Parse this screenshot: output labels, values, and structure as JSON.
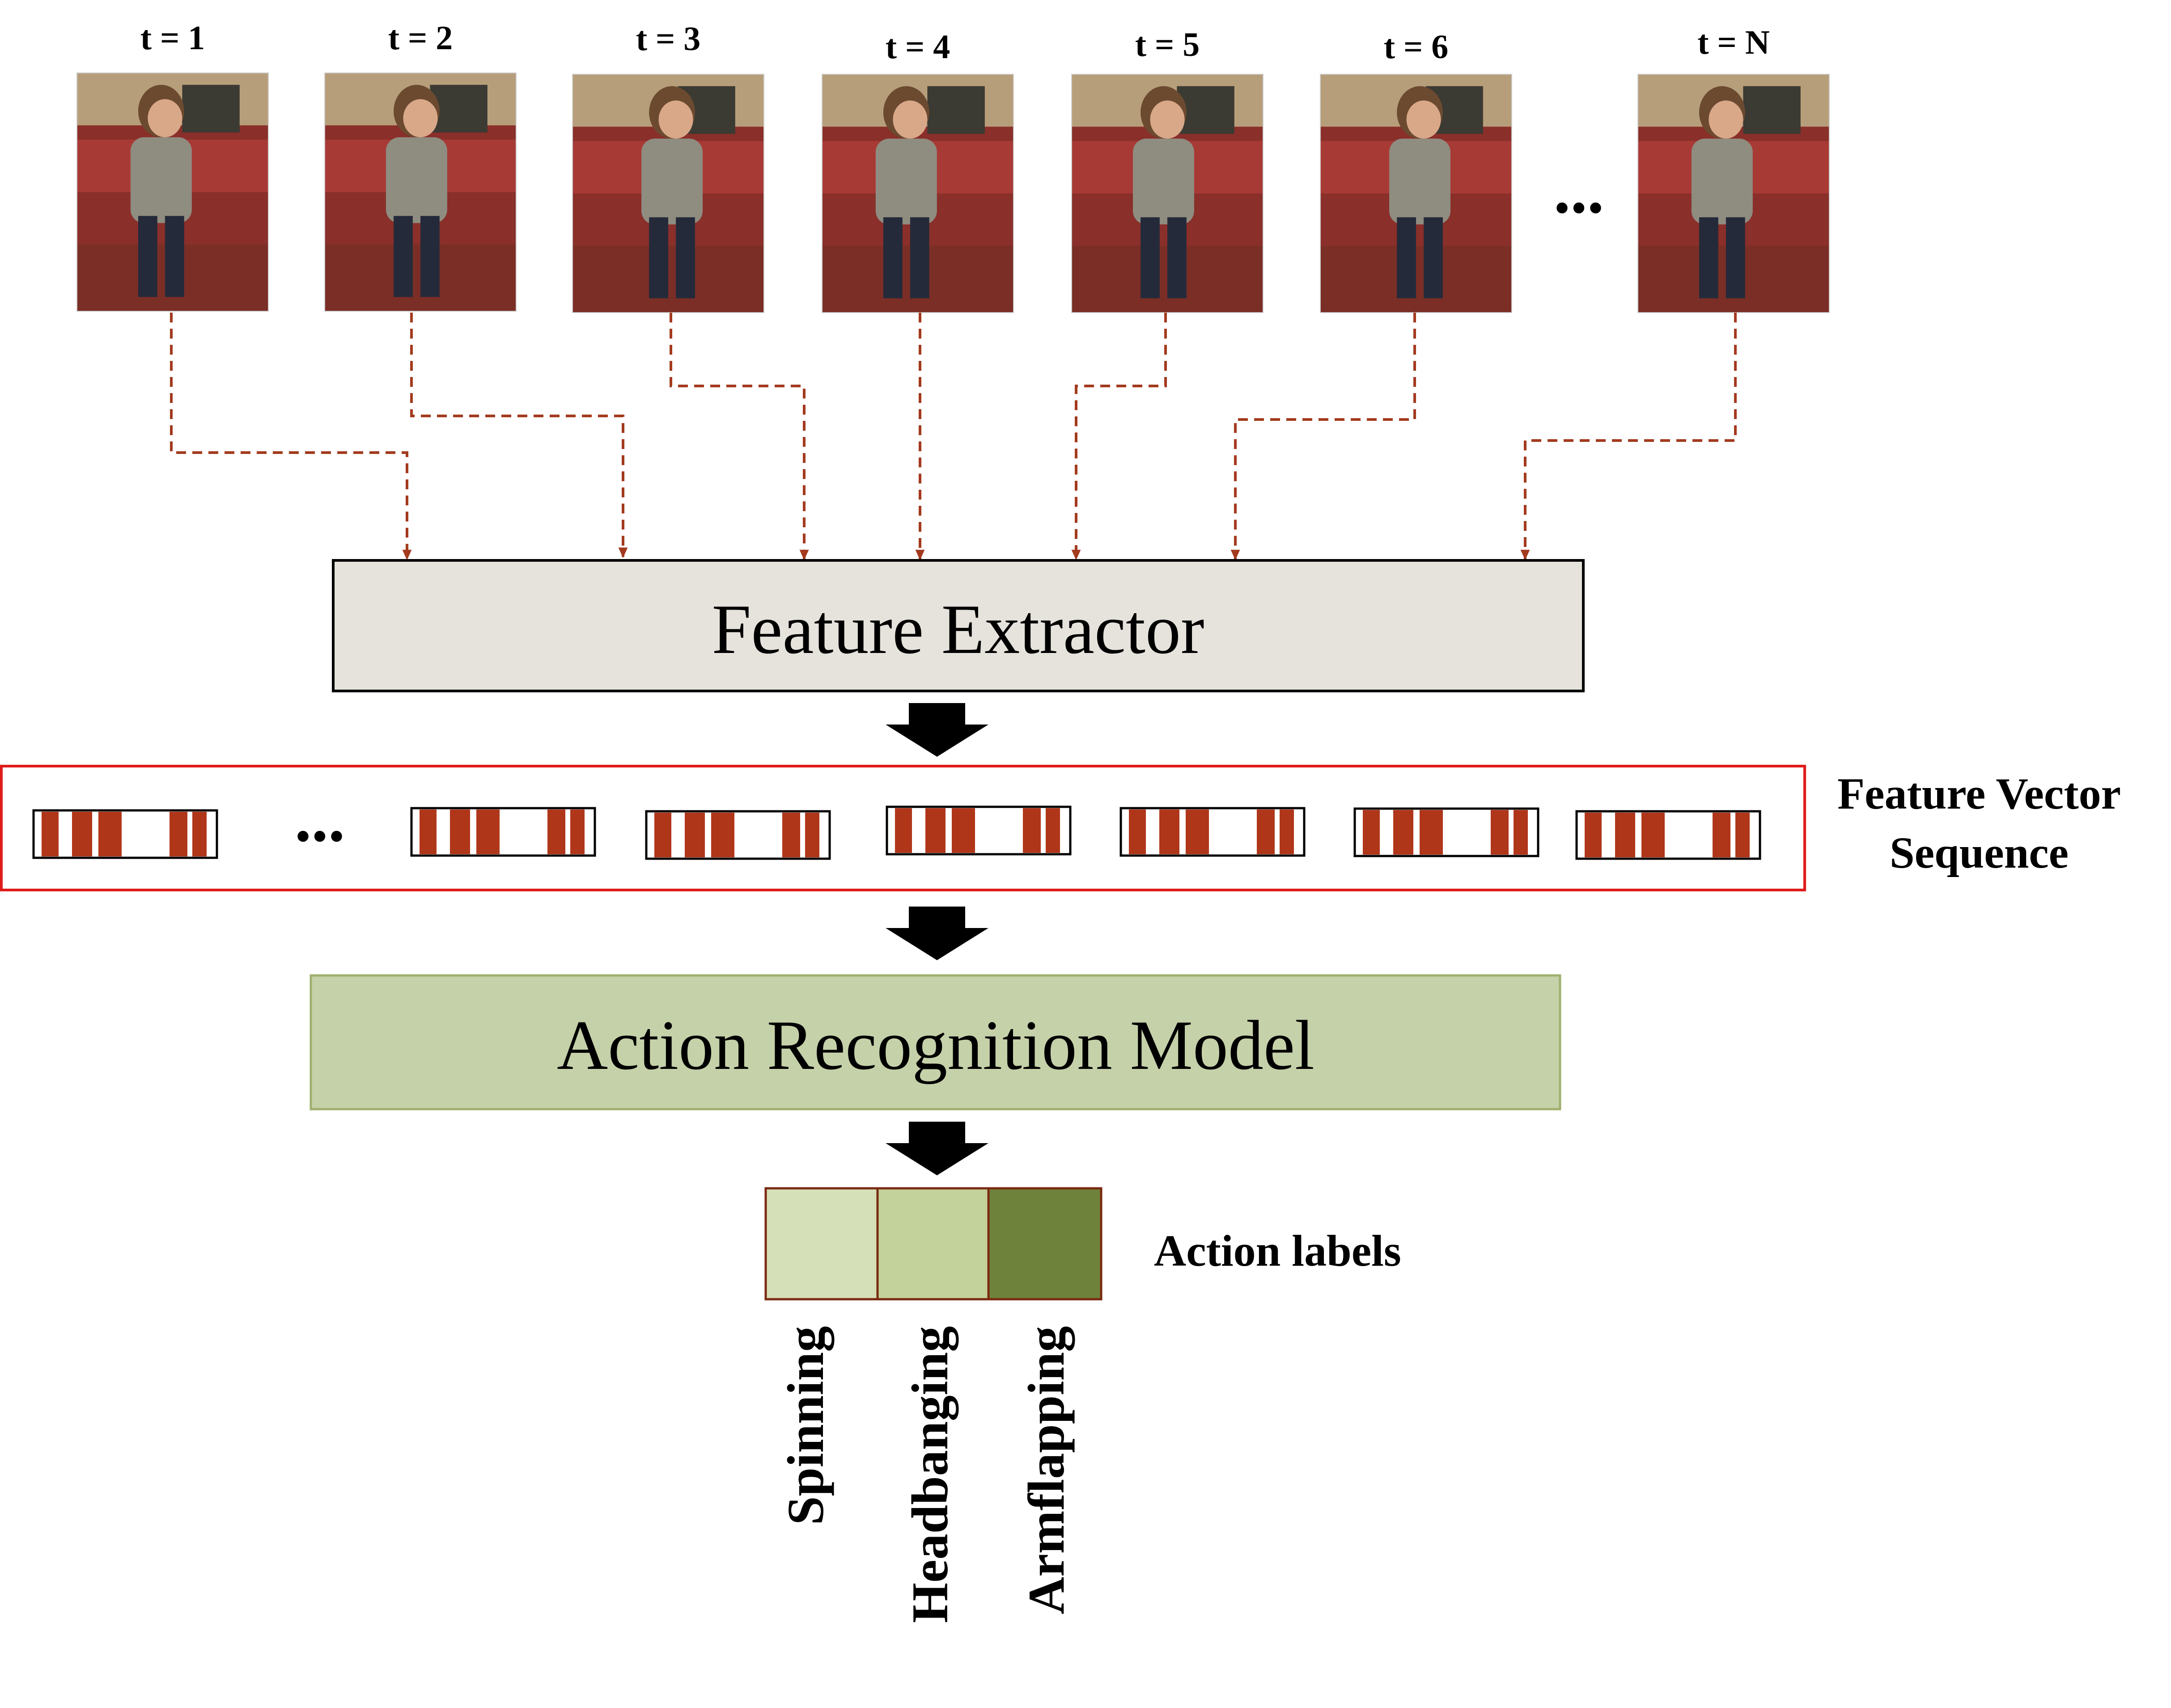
{
  "frames": [
    {
      "label": "t = 1"
    },
    {
      "label": "t = 2"
    },
    {
      "label": "t = 3"
    },
    {
      "label": "t = 4"
    },
    {
      "label": "t = 5"
    },
    {
      "label": "t = 6"
    },
    {
      "label": "t = N"
    }
  ],
  "frame_ellipsis": "...",
  "feature_extractor": {
    "label": "Feature Extractor"
  },
  "feature_vector_sequence": {
    "label_line1": "Feature Vector",
    "label_line2": "Sequence",
    "ellipsis": "...",
    "vector_count": 7
  },
  "action_recognition_model": {
    "label": "Action Recognition Model"
  },
  "action_labels": {
    "title": "Action labels",
    "classes": [
      {
        "name": "Spinning",
        "color": "#d6e0b8"
      },
      {
        "name": "Headbanging",
        "color": "#c3d19a"
      },
      {
        "name": "Armflapping",
        "color": "#6f823c"
      }
    ]
  },
  "colors": {
    "dashed_connector": "#a33a1e",
    "feature_extractor_fill": "#e6e3dc",
    "sequence_border": "#e01b1b",
    "feature_stripe": "#b0361a",
    "model_fill": "#c5d1a9",
    "model_border": "#9fb06d",
    "label_box_border": "#7a2a10",
    "arrow": "#000000"
  }
}
